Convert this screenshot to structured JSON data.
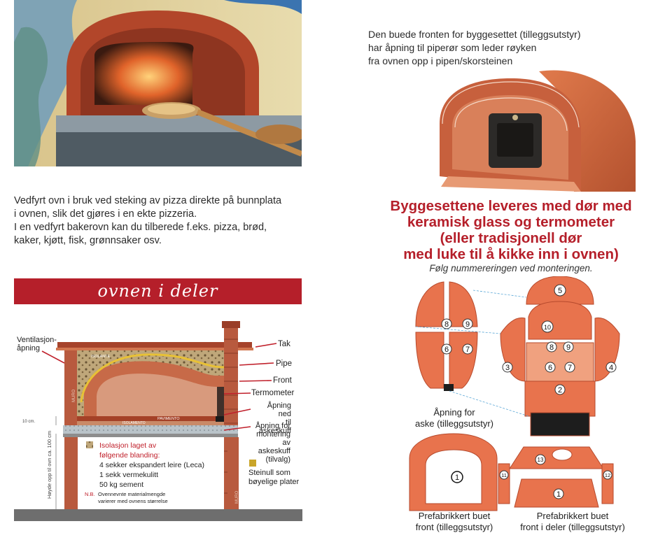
{
  "intro": {
    "line1": "Vedfyrt ovn i bruk ved steking av pizza direkte på bunnplata",
    "line2": "i ovnen, slik det gjøres i en ekte pizzeria.",
    "line3": "I en vedfyrt bakerovn kan du tilberede f.eks. pizza, brød,",
    "line4": "kaker, kjøtt, fisk, grønnsaker osv."
  },
  "banner": {
    "title": "ovnen i deler"
  },
  "top_caption": {
    "line1": "Den buede fronten for byggesettet (tilleggsutstyr)",
    "line2": "har åpning til piperør som leder røyken",
    "line3": "fra ovnen opp i pipen/skorsteinen"
  },
  "headline": {
    "line1": "Byggesettene leveres med dør med",
    "line2": "keramisk glass og termometer",
    "line3": "(eller tradisjonell dør",
    "line4": "med luke til å kikke inn i ovnen)",
    "subtitle": "Følg nummereringen ved monteringen."
  },
  "diagram": {
    "ventilation": "Ventilasjon-",
    "ventilation2": "åpning",
    "tak": "Tak",
    "pipe": "Pipe",
    "front": "Front",
    "termometer": "Termometer",
    "askeskuff1": "Åpning ned",
    "askeskuff2": "til askeskuff",
    "montering1": "Åpning for",
    "montering2": "montering",
    "montering3": "av askeskuff",
    "montering4": "(tilvalg)",
    "iso_title1": "Isolasjon laget av",
    "iso_title2": "følgende blanding:",
    "iso_item1": "4 sekker ekspandert leire (Leca)",
    "iso_item2": "1 sekk vermekulitt",
    "iso_item3": "50 kg sement",
    "nb_label": "N.B.",
    "nb_text1": "Ovennevnte materialmengde",
    "nb_text2": "varierer med ovnens størrelse",
    "steinull1": "Steinull som",
    "steinull2": "bøyelige plater",
    "height": "Høyde opp til ovn ca. 100 cm",
    "tencm": "10 cm.",
    "muro_left": "MURO",
    "muro_right": "MURO",
    "isolante": "ISOLANTE",
    "pavimento": "PAVIMENTO",
    "isolamento": "ISOLAMENTO"
  },
  "assembly": {
    "aske1": "Åpning for",
    "aske2": "aske (tilleggsutstyr)",
    "front1_a": "Prefabrikkert buet",
    "front1_b": "front (tilleggsutstyr)",
    "front2_a": "Prefabrikkert buet",
    "front2_b": "front i deler (tilleggsutstyr)",
    "n1": "1",
    "n2": "2",
    "n3": "3",
    "n4": "4",
    "n5": "5",
    "n6": "6",
    "n7": "7",
    "n8": "8",
    "n9": "9",
    "n10": "10",
    "n11": "11",
    "n12": "12",
    "n13": "13"
  },
  "colors": {
    "brand_red": "#b51f2a",
    "terracotta": "#e8734d",
    "brick": "#b64a2d"
  }
}
